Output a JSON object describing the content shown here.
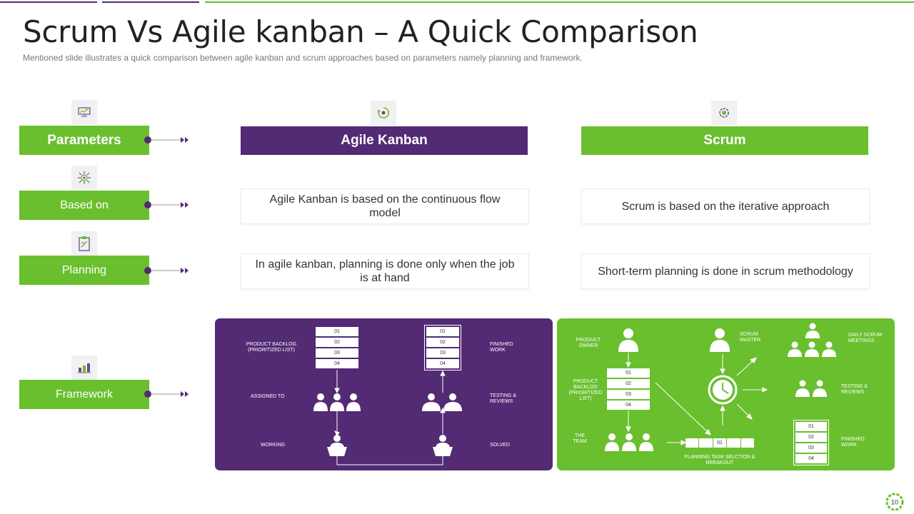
{
  "header": {
    "title": "Scrum Vs Agile kanban – A Quick Comparison",
    "subtitle": "Mentioned slide illustrates a quick comparison between agile kanban and scrum approaches based on parameters namely planning and framework."
  },
  "colors": {
    "green": "#6abf2e",
    "purple": "#532a74"
  },
  "parameters": {
    "head": "Parameters",
    "based_on": "Based on",
    "planning": "Planning",
    "framework": "Framework"
  },
  "columns": {
    "kanban": "Agile Kanban",
    "scrum": "Scrum"
  },
  "rows": {
    "based_on": {
      "kanban": "Agile Kanban is based on the continuous flow model",
      "scrum": "Scrum is based on the iterative approach"
    },
    "planning": {
      "kanban": "In agile kanban, planning is done only when the job is at hand",
      "scrum": "Short-term planning is done in scrum methodology"
    }
  },
  "kanban_diagram": {
    "product_backlog": "PRODUCT BACKLOG (PRIORITIZED LIST)",
    "assigned_to": "ASSIGNED TO",
    "working": "WORKING",
    "finished_work": "FINISHED WORK",
    "testing_reviews": "TESTING & REVIEWS",
    "solved": "SOLVED",
    "slots": [
      "01",
      "02",
      "03",
      "04"
    ]
  },
  "scrum_diagram": {
    "product_owner": "PRODUCT OWNER",
    "product_backlog": "PRODUCT BACKLOG (PRIORITIZED LIST)",
    "the_team": "THE TEAM",
    "scrum_master": "SCRUM MASTER",
    "daily_scrum": "DAILY SCRUM MEETINGS",
    "testing_reviews": "TESTING & REVIEWS",
    "finished_work": "FINISHED WORK",
    "planning_task": "PLANNING TASK SELCTION & BREAKOUT",
    "task_slot": "01",
    "slots": [
      "01",
      "02",
      "03",
      "04"
    ]
  },
  "page_number": "10"
}
